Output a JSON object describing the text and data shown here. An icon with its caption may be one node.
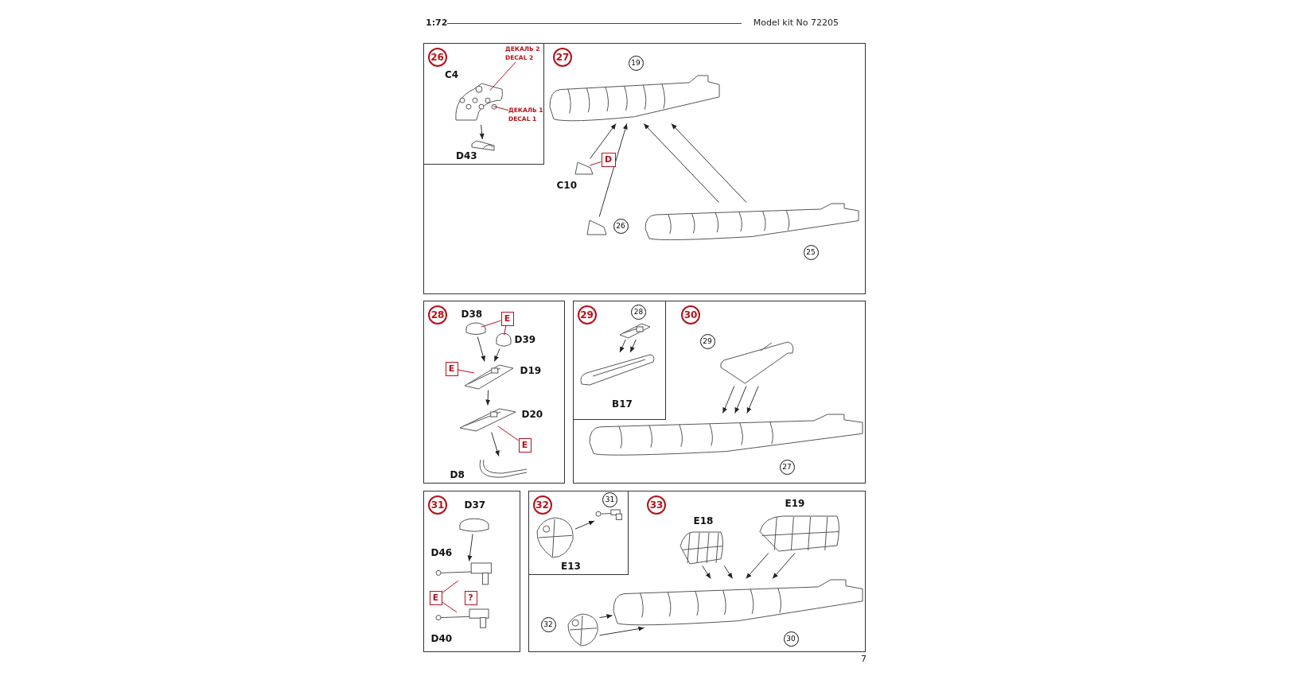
{
  "diagram": {
    "nodes": [
      {
        "text": [
          "26"
        ],
        "in": 5
      },
      {
        "text": [
          "C4"
        ],
        "in": 0
      },
      {
        "text": [
          "D43"
        ],
        "in": 0
      },
      {
        "text": [
          "ДЕКАЛЬ 2",
          "DECAL 2"
        ],
        "in": 0
      },
      {
        "text": [
          "ДЕКАЛЬ 1",
          "DECAL 1"
        ],
        "in": 0
      },
      {
        "text": [
          "27"
        ]
      },
      {
        "text": [
          "19"
        ],
        "in": 5
      },
      {
        "text": [
          "C10"
        ],
        "in": 5
      },
      {
        "text": [
          "D"
        ],
        "in": 5
      },
      {
        "text": [
          "26"
        ],
        "in": 5
      },
      {
        "text": [
          "25"
        ],
        "in": 5
      },
      {
        "text": [
          "28"
        ]
      },
      {
        "text": [
          "D38"
        ],
        "in": 11
      },
      {
        "text": [
          "D39"
        ],
        "in": 11
      },
      {
        "text": [
          "D19"
        ],
        "in": 11
      },
      {
        "text": [
          "D20"
        ],
        "in": 11
      },
      {
        "text": [
          "D8"
        ],
        "in": 11
      },
      {
        "text": [
          "E"
        ],
        "in": 11
      },
      {
        "text": [
          "E"
        ],
        "in": 11
      },
      {
        "text": [
          "E"
        ],
        "in": 11
      },
      {
        "text": [
          "29"
        ],
        "in": 23
      },
      {
        "text": [
          "28"
        ],
        "in": 20
      },
      {
        "text": [
          "B17"
        ],
        "in": 20
      },
      {
        "text": [
          "30"
        ]
      },
      {
        "text": [
          "29"
        ],
        "in": 23
      },
      {
        "text": [
          "27"
        ],
        "in": 23
      },
      {
        "text": [
          "31"
        ]
      },
      {
        "text": [
          "D37"
        ],
        "in": 26
      },
      {
        "text": [
          "D46"
        ],
        "in": 26
      },
      {
        "text": [
          "D40"
        ],
        "in": 26
      },
      {
        "text": [
          "E"
        ],
        "in": 26
      },
      {
        "text": [
          "?"
        ],
        "in": 26
      },
      {
        "text": [
          "32"
        ],
        "in": 35
      },
      {
        "text": [
          "31"
        ],
        "in": 32
      },
      {
        "text": [
          "E13"
        ],
        "in": 32
      },
      {
        "text": [
          "33"
        ]
      },
      {
        "text": [
          "E18"
        ],
        "in": 35
      },
      {
        "text": [
          "E19"
        ],
        "in": 35
      },
      {
        "text": [
          "32"
        ],
        "in": 35
      },
      {
        "text": [
          "30"
        ],
        "in": 35
      }
    ],
    "edges": [
      {
        "from": 1,
        "to": 2,
        "arrow": "to"
      },
      {
        "from": 3,
        "to": 1,
        "arrow": "none",
        "color": "#b5121b"
      },
      {
        "from": 4,
        "to": 1,
        "arrow": "none",
        "color": "#b5121b"
      },
      {
        "from": 10,
        "to": 6,
        "arrow": "to"
      },
      {
        "from": 10,
        "to": 6,
        "arrow": "to"
      },
      {
        "from": 7,
        "to": 6,
        "arrow": "to"
      },
      {
        "from": 8,
        "to": 7,
        "arrow": "none",
        "color": "#b5121b"
      },
      {
        "from": 9,
        "to": 6,
        "arrow": "to"
      },
      {
        "from": 12,
        "to": 14,
        "arrow": "to"
      },
      {
        "from": 13,
        "to": 14,
        "arrow": "to"
      },
      {
        "from": 14,
        "to": 15,
        "arrow": "to"
      },
      {
        "from": 15,
        "to": 16,
        "arrow": "to"
      },
      {
        "from": 17,
        "to": 12,
        "arrow": "none",
        "color": "#b5121b"
      },
      {
        "from": 17,
        "to": 13,
        "arrow": "none",
        "color": "#b5121b"
      },
      {
        "from": 18,
        "to": 14,
        "arrow": "none",
        "color": "#b5121b"
      },
      {
        "from": 19,
        "to": 15,
        "arrow": "none",
        "color": "#b5121b"
      },
      {
        "from": 21,
        "to": 22,
        "arrow": "to"
      },
      {
        "from": 21,
        "to": 22,
        "arrow": "to"
      },
      {
        "from": 24,
        "to": 25,
        "arrow": "to"
      },
      {
        "from": 24,
        "to": 25,
        "arrow": "to"
      },
      {
        "from": 24,
        "to": 25,
        "arrow": "to"
      },
      {
        "from": 27,
        "to": 28,
        "arrow": "to"
      },
      {
        "from": 30,
        "to": 28,
        "arrow": "none",
        "color": "#b5121b"
      },
      {
        "from": 30,
        "to": 29,
        "arrow": "none",
        "color": "#b5121b"
      },
      {
        "from": 34,
        "to": 33,
        "arrow": "to"
      },
      {
        "from": 36,
        "to": 39,
        "arrow": "to"
      },
      {
        "from": 36,
        "to": 39,
        "arrow": "to"
      },
      {
        "from": 37,
        "to": 39,
        "arrow": "to"
      },
      {
        "from": 37,
        "to": 39,
        "arrow": "to"
      },
      {
        "from": 38,
        "to": 39,
        "arrow": "to"
      },
      {
        "from": 38,
        "to": 39,
        "arrow": "to"
      }
    ],
    "labels": [
      "1:72",
      "Model kit No 72205",
      "7"
    ]
  }
}
